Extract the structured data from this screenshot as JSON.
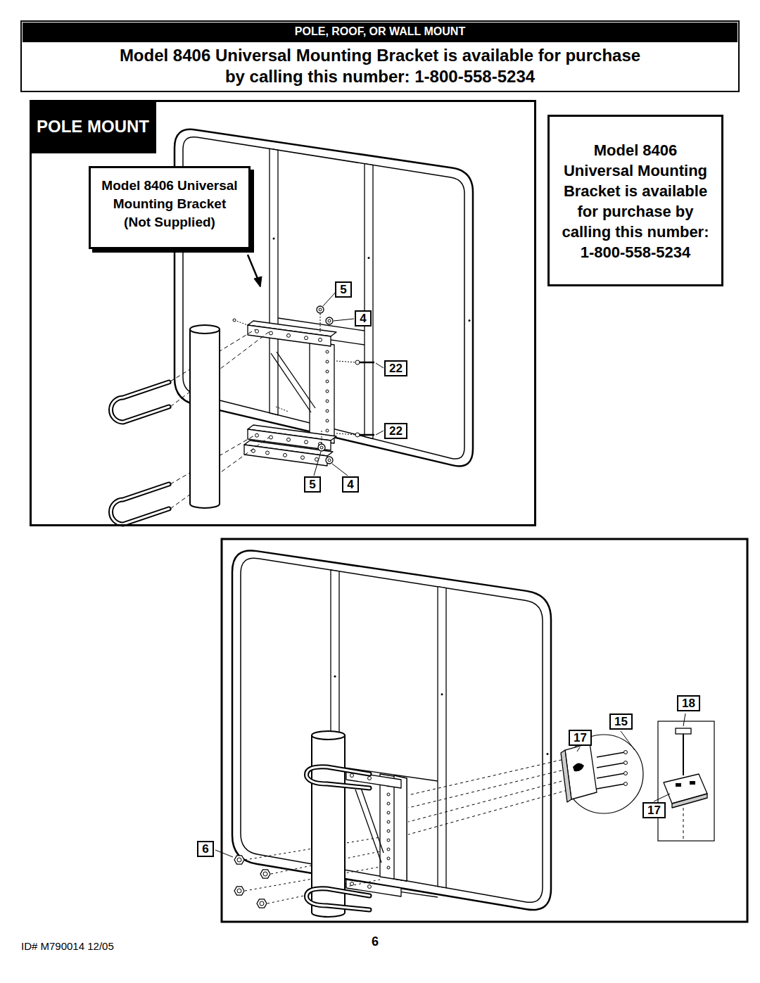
{
  "diagram": {
    "nodes": [
      {
        "text": [
          "POLE, ROOF, OR WALL MOUNT"
        ]
      },
      {
        "text": [
          "Model 8406 Universal Mounting Bracket is available for purchase by calling this number: 1-800-558-5234"
        ]
      },
      {
        "text": [
          "POLE MOUNT"
        ]
      },
      {
        "text": [
          "Model 8406 Universal Mounting Bracket",
          "(Not Supplied)"
        ],
        "in": 2
      },
      {
        "text": [
          "5"
        ],
        "in": 2
      },
      {
        "text": [
          "4"
        ],
        "in": 2
      },
      {
        "text": [
          "22"
        ],
        "in": 2
      },
      {
        "text": [
          "22"
        ],
        "in": 2
      },
      {
        "text": [
          "5"
        ],
        "in": 2
      },
      {
        "text": [
          "4"
        ],
        "in": 2
      },
      {
        "text": [
          "Model 8406 Universal Mounting Bracket is available for purchase by calling this number: 1-800-558-5234"
        ]
      },
      {
        "text": [
          "18"
        ]
      },
      {
        "text": [
          "15"
        ]
      },
      {
        "text": [
          "17"
        ]
      },
      {
        "text": [
          "17"
        ]
      },
      {
        "text": [
          "6"
        ]
      }
    ],
    "labels": [
      "ID# M790014 12/05",
      "6"
    ]
  }
}
